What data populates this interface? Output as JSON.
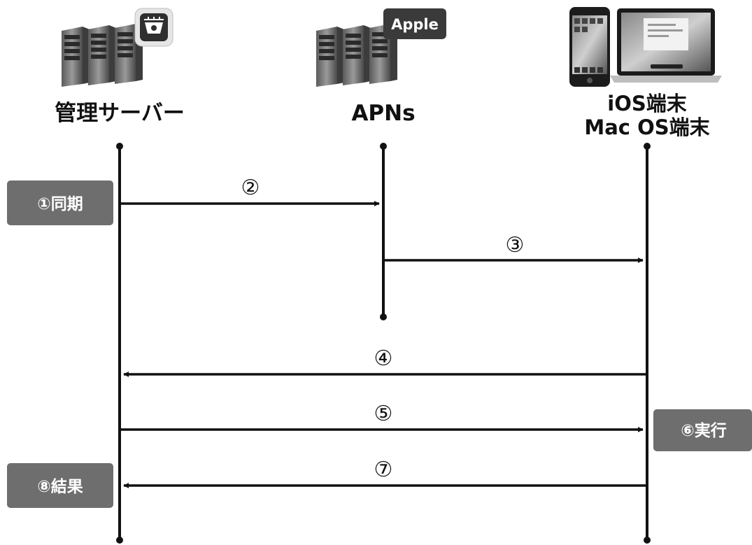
{
  "actors": [
    {
      "id": "server",
      "label_lines": [
        "管理サーバー"
      ],
      "icon": "server-icon",
      "sub_icon": "mdm-app-icon"
    },
    {
      "id": "apns",
      "label_lines": [
        "APNs"
      ],
      "icon": "server-icon",
      "badge": "Apple"
    },
    {
      "id": "device",
      "label_lines": [
        "iOS端末",
        "Mac OS端末"
      ],
      "icon": "iphone-and-macbook-icon"
    }
  ],
  "messages": [
    {
      "num": "②",
      "from": "server",
      "to": "apns"
    },
    {
      "num": "③",
      "from": "apns",
      "to": "device"
    },
    {
      "num": "④",
      "from": "device",
      "to": "server"
    },
    {
      "num": "⑤",
      "from": "server",
      "to": "device"
    },
    {
      "num": "⑦",
      "from": "device",
      "to": "server"
    }
  ],
  "notes": [
    {
      "label": "①同期",
      "actor": "server"
    },
    {
      "label": "⑥実行",
      "actor": "device"
    },
    {
      "label": "⑧結果",
      "actor": "server"
    }
  ],
  "colors": {
    "line": "#111111",
    "note_bg": "#6e6e6e",
    "note_text": "#ffffff",
    "badge_bg": "#3a3a3a"
  }
}
